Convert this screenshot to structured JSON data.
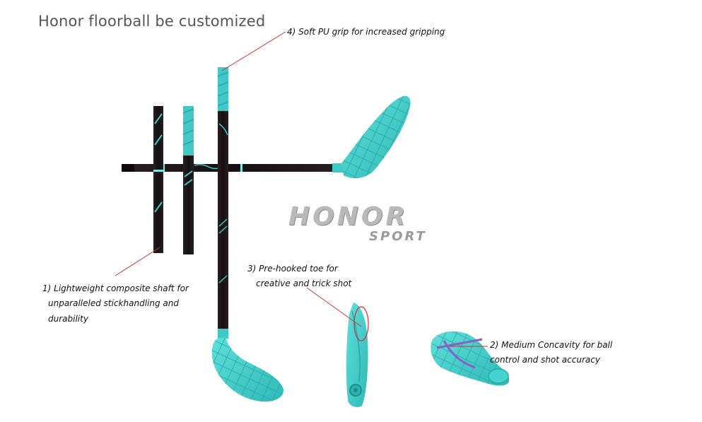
{
  "title": "Honor floorball be customized",
  "callouts": {
    "grip": {
      "lines": [
        "4) Soft PU grip for increased gripping"
      ]
    },
    "shaft": {
      "lines": [
        "1) Lightweight composite shaft for",
        "unparalleled stickhandling and",
        "durability"
      ]
    },
    "toe": {
      "lines": [
        "3) Pre-hooked toe for",
        "creative and trick shot"
      ]
    },
    "concavity": {
      "lines": [
        "2) Medium Concavity for ball",
        "control and shot accuracy"
      ]
    }
  },
  "logo": {
    "main": "HONOR",
    "sub": "SPORT"
  },
  "colors": {
    "shaft": "#1a1214",
    "accent": "#3ec9c9",
    "blade": "#45d3d0",
    "leader": "#d03030"
  }
}
